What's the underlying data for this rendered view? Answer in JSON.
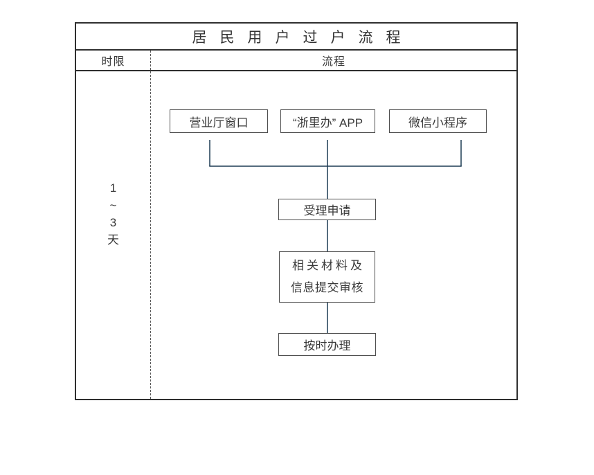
{
  "diagram": {
    "title": "居民用户过户流程",
    "header": {
      "time_column": "时限",
      "flow_column": "流程"
    },
    "time_limit": {
      "lines": [
        "1",
        "~",
        "3",
        "天"
      ]
    },
    "channels": [
      {
        "label": "营业厅窗口"
      },
      {
        "label": "“浙里办” APP"
      },
      {
        "label": "微信小程序"
      }
    ],
    "steps": [
      {
        "label": "受理申请"
      },
      {
        "lines": [
          "相关材料及",
          "信息提交审核"
        ]
      },
      {
        "label": "按时办理"
      }
    ],
    "colors": {
      "table_border": "#2f2f2f",
      "box_border": "#4d4d4d",
      "connector_line": "#1c3a52",
      "text": "#3a3a3a",
      "column_divider_dashed": "#555555",
      "background": "#ffffff"
    }
  }
}
